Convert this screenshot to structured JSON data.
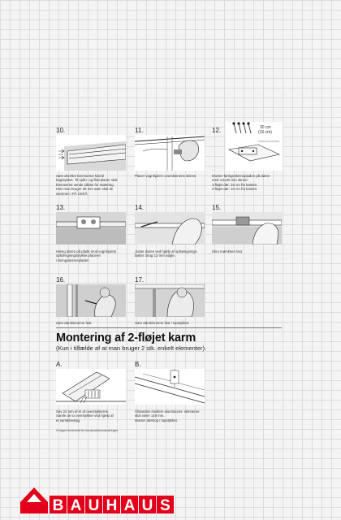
{
  "steps": [
    {
      "number": "10.",
      "caption": "Søm derefter bremserne fast til\nbagstykket. Til spån- og fiberplader skal\nbremserne vende sådan for møtering.\nHvis man bruger 35 mm søm skal de\nsammen i PÅ SKRÅ."
    },
    {
      "number": "11.",
      "caption": "Placer vognhjulet i overskinnens skinne."
    },
    {
      "number": "12.",
      "caption": "Monter føringsskinnepladen på døren\nmed 4,5x30 mm skruer.\n1-fløjet dør: 16 cm fra kanten.\n2-fløjet dør: 10 cm fra kanten.",
      "dim1": "30 cm",
      "dim2": "(16 cm)"
    },
    {
      "number": "13.",
      "caption": "Hæng døren på plads mod vognhjulets\nophængningsstykke placeret\ni føringsskinnepladen"
    },
    {
      "number": "14.",
      "caption": "Juster døren ved hjælp af ophængnings-\nbøtter. Brug 13 mm nøgle."
    },
    {
      "number": "15.",
      "caption": "Skru møtrikken fast."
    },
    {
      "number": "16.",
      "caption": "Søm dørskinnerne fast."
    },
    {
      "number": "17.",
      "caption": "Søm dørskinnerne fast i topstykket."
    }
  ],
  "section": {
    "title": "Montering af 2-fløjet karm",
    "subtitle": "(Kun i tilfælde af at man bruger 2 stk. enkelt elementer)."
  },
  "sub_steps": [
    {
      "letter": "A.",
      "caption": "Sav 22 mm af et af overstykkerne.\nSamle de to overstykker ved hjælp af\net samlebeslag."
    },
    {
      "letter": "B.",
      "caption": "Afstanden imellem aluminiums- skinnerne\nskal være 148 mm.\nMonter dørstop i topstykket."
    }
  ],
  "footnote": "Vi tager forbehold for konstruktionsændringer",
  "logo": {
    "text": "BAUHAUS",
    "color": "#e2001a",
    "outline": "#ffffff"
  }
}
